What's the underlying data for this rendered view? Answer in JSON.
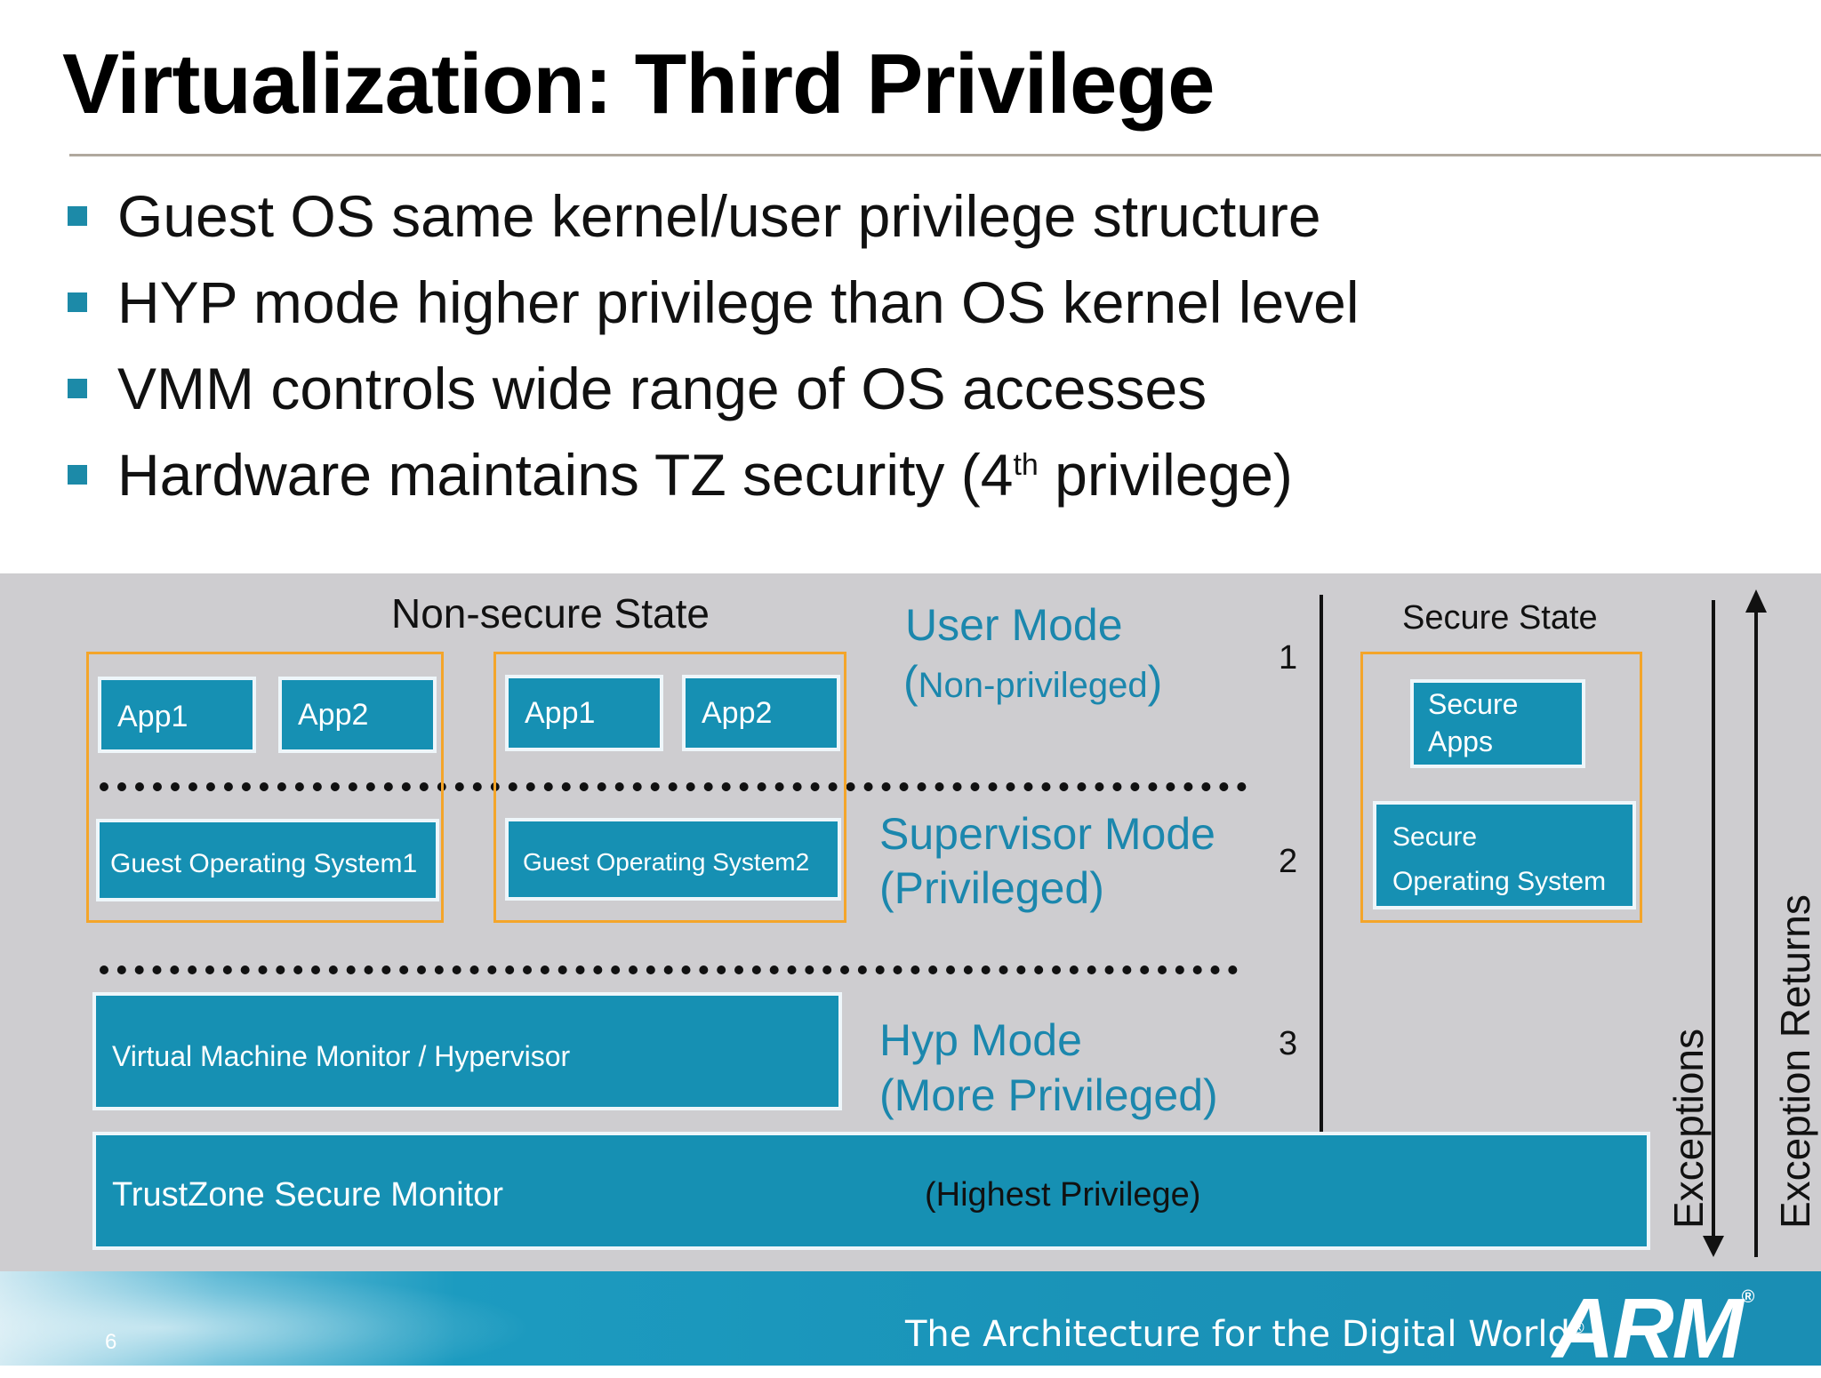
{
  "slide": {
    "title": "Virtualization: Third Privilege",
    "bullets": [
      {
        "text": "Guest OS same kernel/user privilege structure"
      },
      {
        "text": "HYP mode higher privilege than OS kernel level"
      },
      {
        "text": "VMM controls wide range of OS accesses"
      },
      {
        "text_before": "Hardware maintains TZ security (4",
        "sup": "th",
        "text_after": " privilege)"
      }
    ]
  },
  "diagram": {
    "nonsecure_state": "Non-secure State",
    "secure_state": "Secure State",
    "modes": {
      "user": {
        "title": "User Mode",
        "paren_open": "(",
        "sub": "Non-privileged",
        "paren_close": ")"
      },
      "supervisor": {
        "title": "Supervisor Mode",
        "sub": "(Privileged)"
      },
      "hyp": {
        "title": "Hyp Mode",
        "sub": "(More Privileged)"
      }
    },
    "levels": [
      "1",
      "2",
      "3"
    ],
    "guest1": {
      "app1": "App1",
      "app2": "App2",
      "os": "Guest Operating System1"
    },
    "guest2": {
      "app1": "App1",
      "app2": "App2",
      "os": "Guest Operating System2"
    },
    "secure": {
      "apps_line1": "Secure",
      "apps_line2": "Apps",
      "os_line1": "Secure",
      "os_line2": "Operating System"
    },
    "hypervisor": "Virtual Machine Monitor / Hypervisor",
    "trustzone": "TrustZone Secure Monitor",
    "highest": "(Highest Privilege)",
    "exceptions": "Exceptions",
    "exception_returns": "Exception Returns"
  },
  "footer": {
    "page_number": "6",
    "tagline": "The Architecture for the Digital World",
    "tagline_mark": "®",
    "logo": "ARM",
    "logo_mark": "®"
  },
  "colors": {
    "accent": "#1690b3",
    "mode_text": "#1b87ad",
    "orange_outline": "#f4a52a",
    "diagram_bg": "#cecdd0"
  }
}
